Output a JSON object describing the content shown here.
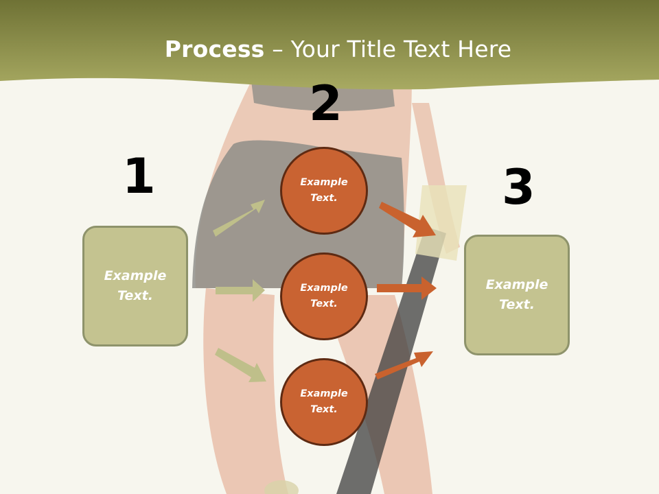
{
  "title": {
    "bold": "Process",
    "rest": " – Your Title Text Here"
  },
  "steps": {
    "one": "1",
    "two": "2",
    "three": "3"
  },
  "left_box": {
    "text": "Example\nText."
  },
  "right_box": {
    "text": "Example\nText."
  },
  "circles": [
    {
      "text": "Example\nText."
    },
    {
      "text": "Example\nText."
    },
    {
      "text": "Example\nText."
    }
  ],
  "colors": {
    "header_band": "#9aa05a",
    "box_fill": "#c4c390",
    "circle_fill": "#c96332",
    "arrow_green": "#bfbf8a",
    "arrow_orange": "#c9622e"
  }
}
